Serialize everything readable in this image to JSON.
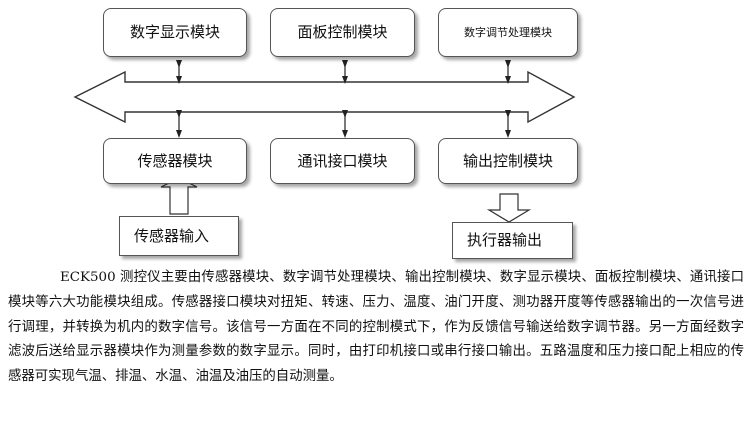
{
  "diagram": {
    "top_boxes": [
      {
        "label": "数字显示模块"
      },
      {
        "label": "面板控制模块"
      },
      {
        "label": "数字调节处理模块"
      }
    ],
    "bottom_boxes": [
      {
        "label": "传感器模块"
      },
      {
        "label": "通讯接口模块"
      },
      {
        "label": "输出控制模块"
      }
    ],
    "io_boxes": {
      "input_label": "传感器输入",
      "output_label": "执行器输出"
    }
  },
  "description": {
    "text": "ECK500 测控仪主要由传感器模块、数字调节处理模块、输出控制模块、数字显示模块、面板控制模块、通讯接口模块等六大功能模块组成。传感器接口模块对扭矩、转速、压力、温度、油门开度、测功器开度等传感器输出的一次信号进行调理，并转换为机内的数字信号。该信号一方面在不同的控制模式下，作为反馈信号输送给数字调节器。另一方面经数字滤波后送给显示器模块作为测量参数的数字显示。同时，由打印机接口或串行接口输出。五路温度和压力接口配上相应的传感器可实现气温、排温、水温、油温及油压的自动测量。"
  },
  "colors": {
    "border": "#555555",
    "bus_fill": "#ffffff",
    "arrow": "#222222"
  }
}
